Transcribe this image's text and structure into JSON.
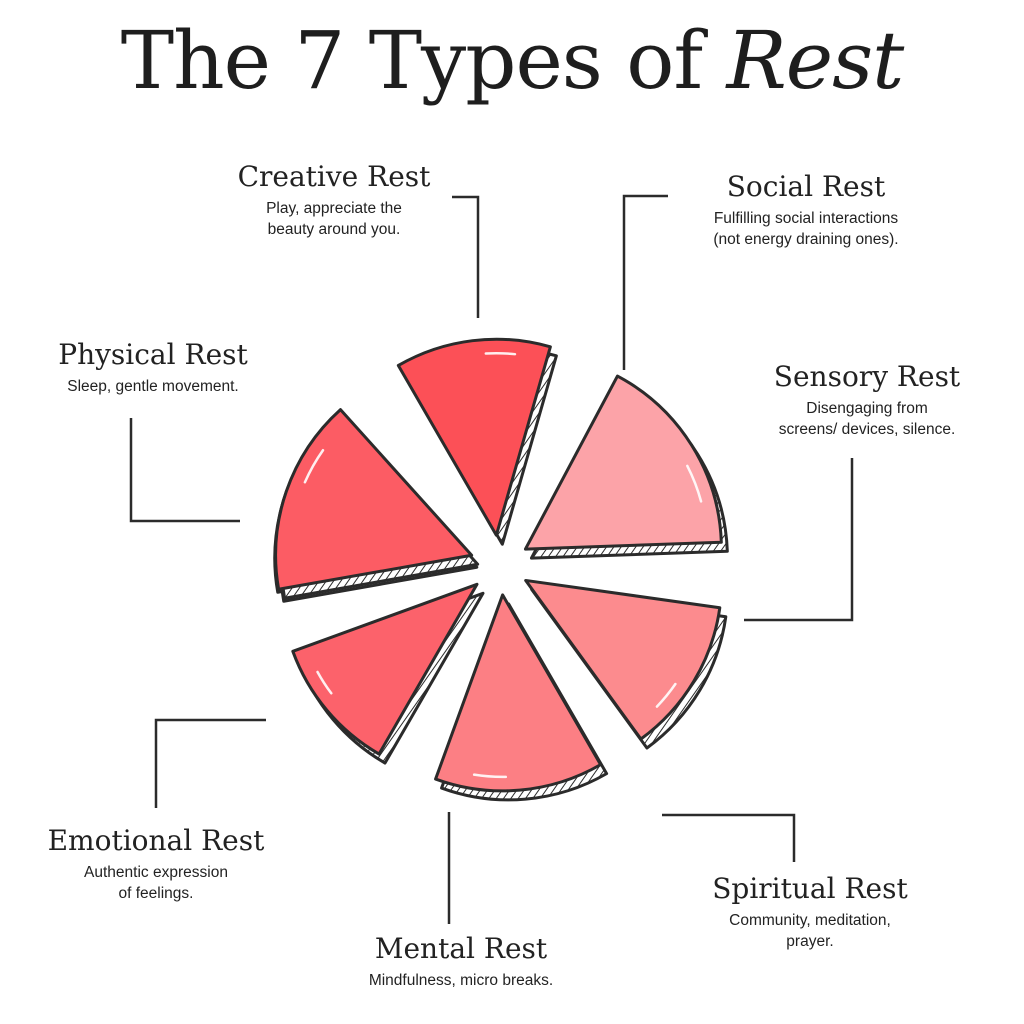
{
  "title": {
    "prefix": "The 7 Types of",
    "emphasis": "Rest"
  },
  "slices": [
    {
      "id": "creative",
      "heading": "Creative Rest",
      "description_lines": [
        "Play, appreciate the",
        "beauty around you."
      ],
      "color": "#fc5057"
    },
    {
      "id": "social",
      "heading": "Social Rest",
      "description_lines": [
        "Fulfilling social interactions",
        "(not energy draining ones)."
      ],
      "color": "#fca3a8"
    },
    {
      "id": "sensory",
      "heading": "Sensory Rest",
      "description_lines": [
        "Disengaging from",
        "screens/ devices, silence."
      ],
      "color": "#fc8b8e"
    },
    {
      "id": "spiritual",
      "heading": "Spiritual Rest",
      "description_lines": [
        "Community, meditation,",
        "prayer."
      ],
      "color": "#fc7f84"
    },
    {
      "id": "mental",
      "heading": "Mental Rest",
      "description_lines": [
        "Mindfulness, micro breaks."
      ],
      "color": "#fc626b"
    },
    {
      "id": "emotional",
      "heading": "Emotional Rest",
      "description_lines": [
        "Authentic expression",
        "of feelings."
      ],
      "color": "#fc5a62"
    },
    {
      "id": "physical",
      "heading": "Physical Rest",
      "description_lines": [
        "Sleep, gentle movement."
      ],
      "color": "#fc5c64"
    }
  ],
  "colors": {
    "outline": "#2b2b2b",
    "text": "#222222",
    "background": "#ffffff"
  }
}
